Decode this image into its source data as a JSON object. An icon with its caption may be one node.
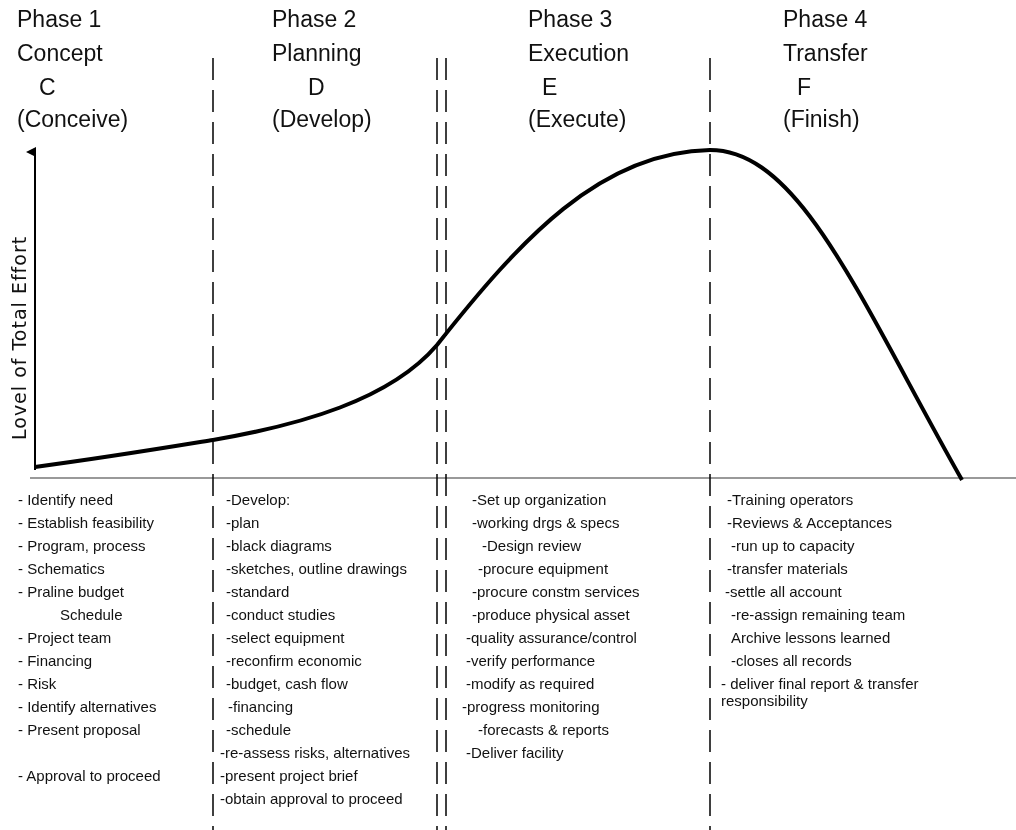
{
  "diagram": {
    "labels": [
      "Phase 1",
      "Concept",
      "C",
      "(Conceive)",
      "Phase 2",
      "Planning",
      "D",
      "(Develop)",
      "Phase 3",
      "Execution",
      "E",
      "(Execute)",
      "Phase 4",
      "Transfer",
      "F",
      "(Finish)",
      "Lovel of Total Effort",
      "- Identify need",
      "- Establish feasibility",
      "- Program, process",
      "- Schematics",
      "- Praline budget",
      "Schedule",
      "- Project team",
      "- Financing",
      "- Risk",
      "- Identify alternatives",
      "- Present proposal",
      "- Approval to proceed",
      "-Develop:",
      "-plan",
      "-black diagrams",
      "-sketches, outline drawings",
      "-standard",
      "-conduct studies",
      "-select equipment",
      "-reconfirm economic",
      "-budget, cash flow",
      "-financing",
      "-schedule",
      "-re-assess risks, alternatives",
      "-present project brief",
      "-obtain approval to proceed",
      "-Set up organization",
      "-working drgs & specs",
      "-Design review",
      "-procure equipment",
      "-procure constm services",
      "-produce physical asset",
      "-quality assurance/control",
      "-verify performance",
      "-modify as required",
      "-progress monitoring",
      "-forecasts & reports",
      "-Deliver facility",
      "-Training operators",
      "-Reviews & Acceptances",
      "-run up to capacity",
      "-transfer materials",
      "-settle all account",
      "-re-assign remaining team",
      "Archive lessons learned",
      "-closes all records",
      "- deliver final report & transfer responsibility"
    ]
  }
}
